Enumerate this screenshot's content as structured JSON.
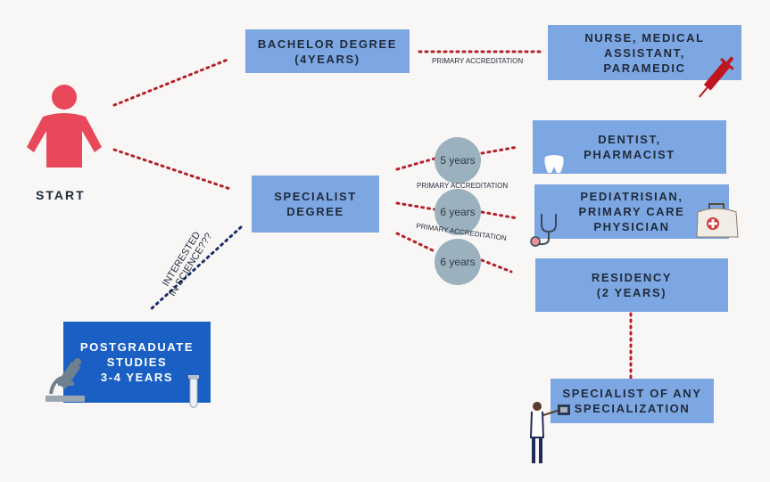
{
  "start_label": "START",
  "boxes": {
    "bachelor": "BACHELOR DEGREE\n(4YEARS)",
    "nurse": "NURSE, MEDICAL\nASSISTANT,\nPARAMEDIC",
    "specialist": "SPECIALIST\nDEGREE",
    "dentist": "DENTIST,\nPHARMACIST",
    "pediatrician": "PEDIATRISIAN,\nPRIMARY CARE\nPHYSICIAN",
    "residency": "RESIDENCY\n(2 YEARS)",
    "specialist_any": "SPECIALIST OF ANY\nSPECIALIZATION",
    "postgraduate": "POSTGRADUATE\nSTUDIES\n3-4 YEARS"
  },
  "circles": {
    "c1": "5 years",
    "c2": "6 years",
    "c3": "6 years"
  },
  "edge_labels": {
    "bachelor_nurse": "PRIMARY ACCREDITATION",
    "dentist_pediatric": "PRIMARY ACCREDITATION",
    "pediatric_residency": "PRIMARY ACCREDITATION"
  },
  "science_question": "INTERESTED\nIN SCIENCE???",
  "colors": {
    "person": "#e8485a",
    "line_red": "#b3202a",
    "line_navy": "#1a2f6b",
    "box_light": "#7da7e3",
    "box_dark": "#1a5fc4"
  },
  "icons": [
    "person-icon",
    "syringe-icon",
    "tooth-icon",
    "stethoscope-icon",
    "medkit-icon",
    "microscope-icon",
    "test-tube-icon",
    "doctor-icon"
  ]
}
